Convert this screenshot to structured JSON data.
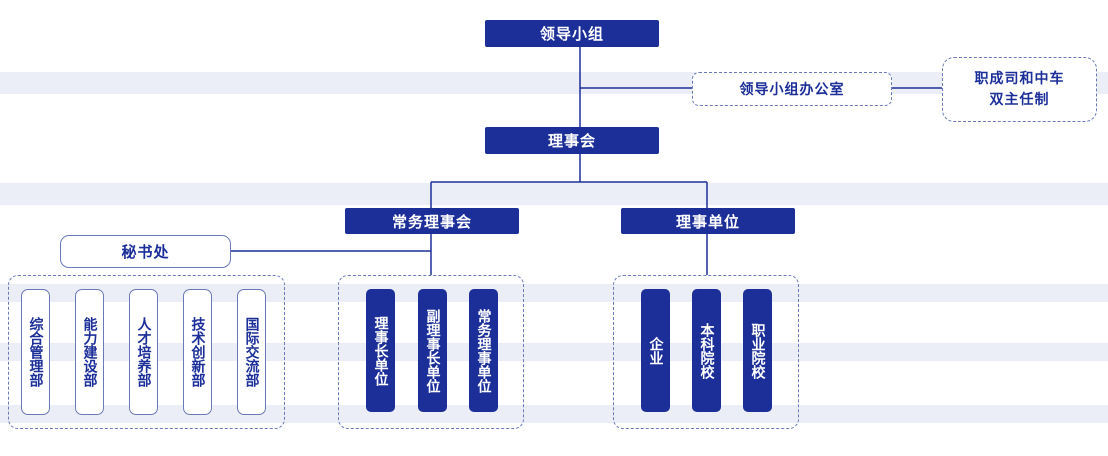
{
  "top": {
    "leading_group": "领导小组"
  },
  "office": {
    "label": "领导小组办公室"
  },
  "side_note": {
    "line1": "职成司和中车",
    "line2": "双主任制"
  },
  "council": {
    "label": "理事会"
  },
  "standing_council": {
    "label": "常务理事会"
  },
  "council_units": {
    "label": "理事单位"
  },
  "secretariat": {
    "label": "秘书处"
  },
  "departments": [
    {
      "label": "综合管理部"
    },
    {
      "label": "能力建设部"
    },
    {
      "label": "人才培养部"
    },
    {
      "label": "技术创新部"
    },
    {
      "label": "国际交流部"
    }
  ],
  "standing_members": [
    {
      "label": "理事长单位"
    },
    {
      "label": "副理事长单位"
    },
    {
      "label": "常务理事单位"
    }
  ],
  "unit_types": [
    {
      "label": "企业"
    },
    {
      "label": "本科院校"
    },
    {
      "label": "职业院校"
    }
  ],
  "colors": {
    "primary": "#1c2f99",
    "outline": "#6a7ab8",
    "band": "#eceef7"
  }
}
